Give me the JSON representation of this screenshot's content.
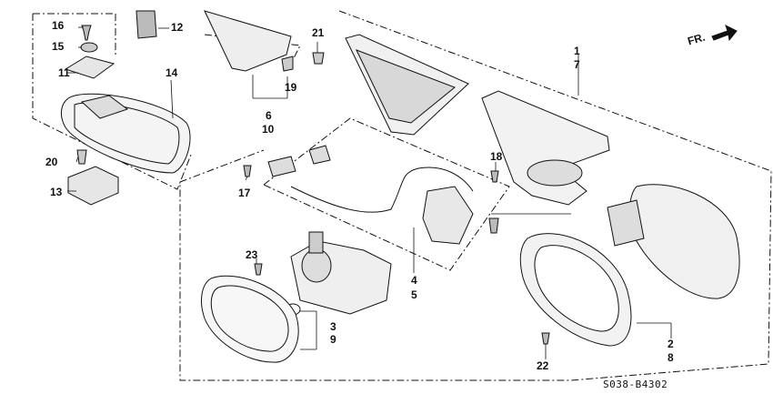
{
  "diagram": {
    "direction_label": "FR.",
    "diagram_code": "S038-B4302",
    "callouts": {
      "c1": "1",
      "c7": "7",
      "c2": "2",
      "c8": "8",
      "c3": "3",
      "c9": "9",
      "c4": "4",
      "c5": "5",
      "c6": "6",
      "c10": "10",
      "c11": "11",
      "c12": "12",
      "c13": "13",
      "c14": "14",
      "c15": "15",
      "c16": "16",
      "c17": "17",
      "c18": "18",
      "c19": "19",
      "c20": "20",
      "c21": "21",
      "c22": "22",
      "c23": "23"
    }
  }
}
